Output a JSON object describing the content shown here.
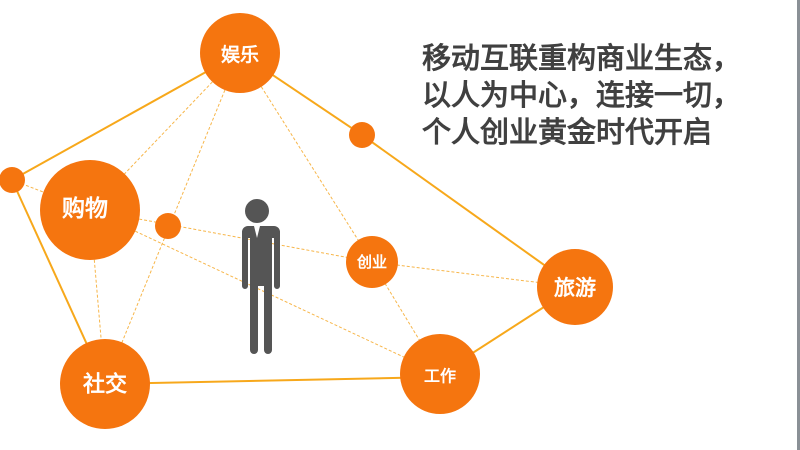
{
  "headline": {
    "lines": [
      "移动互联重构商业生态，",
      "以人为中心，连接一切，",
      "个人创业黄金时代开启"
    ]
  },
  "nodes": {
    "entertainment": "娱乐",
    "shopping": "购物",
    "startup": "创业",
    "travel": "旅游",
    "work": "工作",
    "social": "社交"
  },
  "colors": {
    "node": "#f5750f",
    "line": "#f5a623",
    "person": "#555555",
    "text": "#404040"
  }
}
